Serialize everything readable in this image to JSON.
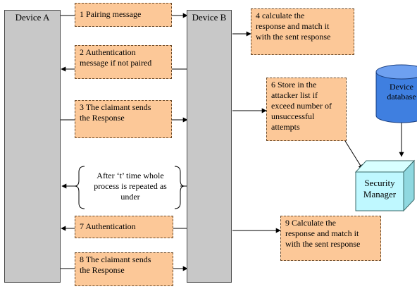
{
  "nodes": {
    "device_a": "Device A",
    "device_b": "Device B",
    "device_database": "Device\ndatabase",
    "security_manager": "Security\nManager"
  },
  "steps": {
    "s1": "1 Pairing message",
    "s2": "2 Authentication\nmessage if not paired",
    "s3": "3 The claimant sends\nthe Response",
    "s4": "4 calculate the\nresponse and match it\nwith the sent response",
    "s5_brace": "After ‘t’ time whole\nprocess is repeated as\nunder",
    "s6": "6 Store in the\nattacker list if\nexceed number of\nunsuccessful\nattempts",
    "s7": "7 Authentication",
    "s8": "8 The claimant sends\nthe Response",
    "s9": "9 Calculate the\nresponse and match it\nwith the sent response"
  },
  "colors": {
    "device_fill": "#c8c8c8",
    "note_fill": "#fcc898",
    "database_fill": "#3f7fe0",
    "manager_fill": "#bff8ff"
  }
}
